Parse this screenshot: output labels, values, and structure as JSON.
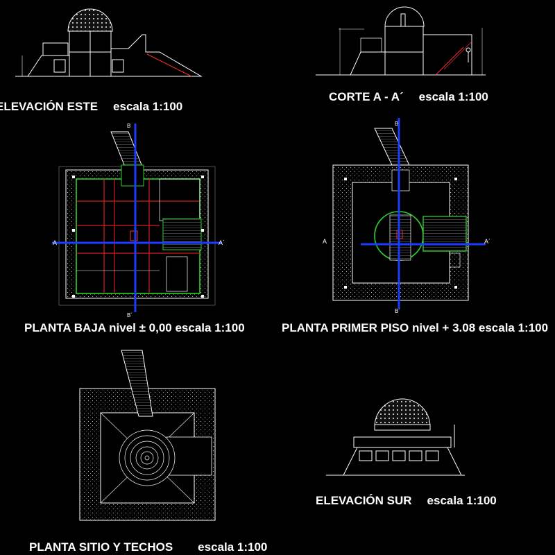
{
  "captions": {
    "elev_este": {
      "title": "ELEVACIÓN ESTE",
      "scale": "escala 1:100"
    },
    "corte": {
      "title": "CORTE A - A´",
      "scale": "escala 1:100"
    },
    "planta_baja": {
      "title": "PLANTA BAJA nivel ± 0,00 escala 1:100"
    },
    "planta_primer": {
      "title": "PLANTA PRIMER PISO nivel + 3.08 escala 1:100"
    },
    "planta_sitio": {
      "title": "PLANTA SITIO Y TECHOS",
      "scale": "escala 1:100"
    },
    "elev_sur": {
      "title": "ELEVACIÓN SUR",
      "scale": "escala 1:100"
    }
  },
  "section_marks": {
    "a": "A",
    "a_prime": "A´",
    "b": "B",
    "b_prime": "B´"
  },
  "colors": {
    "background": "#000000",
    "linework": "#ffffff",
    "walls": "#2fd02f",
    "grid": "#d02020",
    "section_line": "#1a3cff",
    "stair": "#ff3030"
  }
}
